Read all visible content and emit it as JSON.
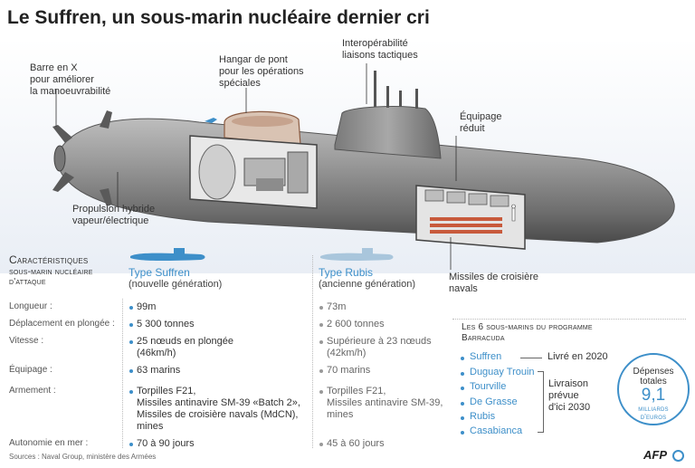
{
  "title": "Le Suffren, un sous-marin nucléaire dernier cri",
  "annotations": {
    "barre": [
      "Barre en X",
      "pour améliorer",
      "la manoeuvrabilité"
    ],
    "hangar": [
      "Hangar de pont",
      "pour les opérations",
      "spéciales"
    ],
    "interop": [
      "Interopérabilité",
      "liaisons tactiques"
    ],
    "equipage": [
      "Équipage",
      "réduit"
    ],
    "propulsion": [
      "Propulsion hybride",
      "vapeur/électrique"
    ],
    "missiles": [
      "Missiles de croisière",
      "navals"
    ]
  },
  "characteristics": {
    "heading": "Caractéristiques",
    "subheading": [
      "sous-marin nucléaire",
      "d'attaque"
    ],
    "suffren": {
      "name": "Type Suffren",
      "sub": "(nouvelle génération)"
    },
    "rubis": {
      "name": "Type Rubis",
      "sub": "(ancienne génération)"
    },
    "rows": [
      {
        "label": "Longueur :",
        "suffren": [
          "99m"
        ],
        "rubis": [
          "73m"
        ]
      },
      {
        "label": "Déplacement en plongée :",
        "suffren": [
          "5 300 tonnes"
        ],
        "rubis": [
          "2 600 tonnes"
        ]
      },
      {
        "label": "Vitesse :",
        "suffren": [
          "25 nœuds en plongée",
          "(46km/h)"
        ],
        "rubis": [
          "Supérieure à 23 nœuds",
          "(42km/h)"
        ]
      },
      {
        "label": "Équipage :",
        "suffren": [
          "63 marins"
        ],
        "rubis": [
          "70 marins"
        ]
      },
      {
        "label": "Armement :",
        "suffren": [
          "Torpilles F21,",
          "Missiles antinavire SM-39 «Batch 2»,",
          "Missiles de croisière navals (MdCN),",
          "mines"
        ],
        "rubis": [
          "Torpilles F21,",
          "Missiles antinavire SM-39,",
          "mines"
        ]
      },
      {
        "label": "Autonomie en mer :",
        "suffren": [
          "70 à 90 jours"
        ],
        "rubis": [
          "45 à 60 jours"
        ]
      }
    ]
  },
  "program": {
    "heading": [
      "Les 6 sous-marins du programme",
      "Barracuda"
    ],
    "submarines": [
      "Suffren",
      "Duguay Trouin",
      "Tourville",
      "De Grasse",
      "Rubis",
      "Casabianca"
    ],
    "delivered": "Livré en 2020",
    "planned": [
      "Livraison",
      "prévue",
      "d'ici 2030"
    ],
    "spending": {
      "label": [
        "Dépenses",
        "totales"
      ],
      "value": "9,1",
      "unit": [
        "milliards",
        "d'euros"
      ]
    }
  },
  "sources": "Sources : Naval Group, ministère des Armées",
  "credit": "AFP",
  "colors": {
    "accent": "#3d8fc9",
    "hull": "#8a8a8a",
    "hull_dark": "#555555",
    "missile": "#c85a3c"
  }
}
